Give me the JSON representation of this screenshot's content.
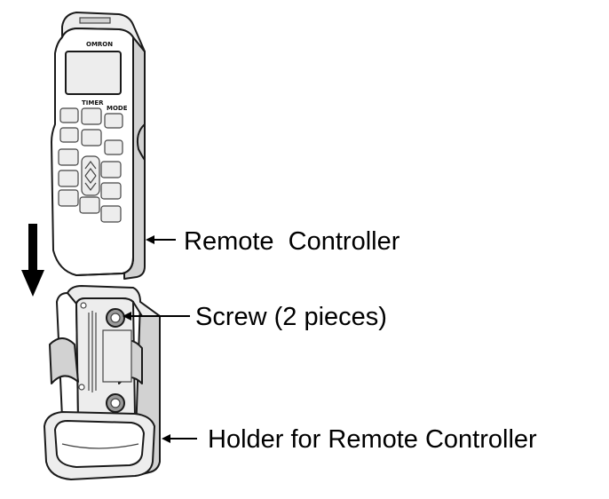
{
  "labels": {
    "remote": "Remote  Controller",
    "screw": "Screw (2 pieces)",
    "holder": "Holder for Remote Controller"
  },
  "device": {
    "brand_text": "OMRON",
    "panel_text": "TIMER",
    "side_text": "MODE"
  },
  "colors": {
    "ink": "#000000",
    "light_shade": "#ededed",
    "mid_shade": "#d2d2d2"
  }
}
